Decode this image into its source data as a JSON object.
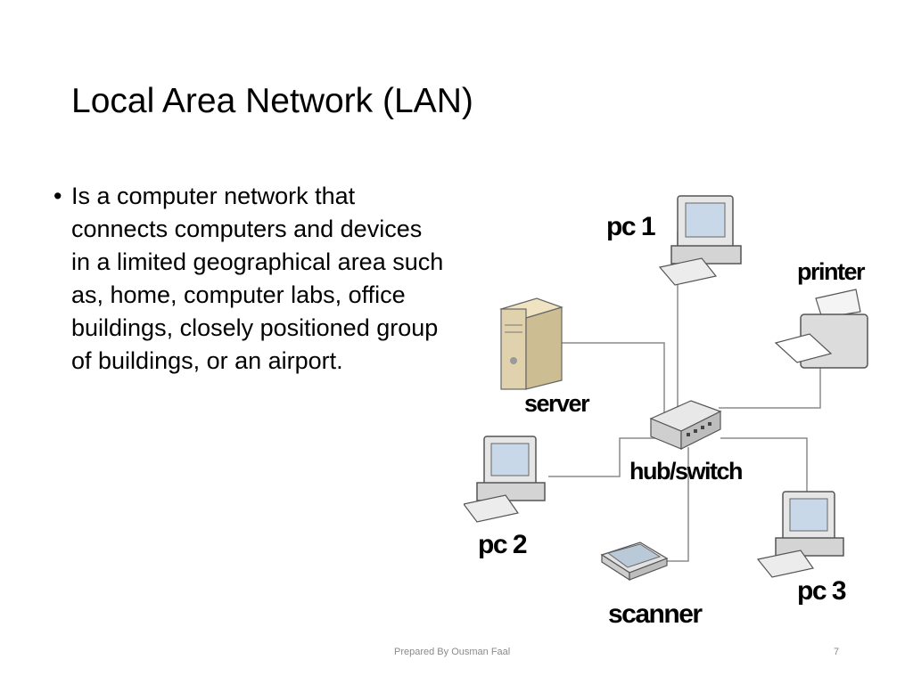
{
  "slide": {
    "title": "Local Area Network (LAN)",
    "bullet": "Is a computer network that connects computers and devices in a limited geographical area such as, home, computer labs, office buildings, closely positioned group of buildings, or an airport.",
    "footer": "Prepared By Ousman Faal",
    "page_number": "7"
  },
  "diagram": {
    "nodes": {
      "pc1": "pc 1",
      "printer": "printer",
      "server": "server",
      "hub": "hub/switch",
      "pc2": "pc 2",
      "scanner": "scanner",
      "pc3": "pc 3"
    },
    "icons": {
      "pc1": "desktop-computer-icon",
      "printer": "printer-icon",
      "server": "server-tower-icon",
      "hub": "network-switch-icon",
      "pc2": "desktop-computer-icon",
      "scanner": "flatbed-scanner-icon",
      "pc3": "desktop-computer-icon"
    },
    "edges": [
      [
        "pc1",
        "hub"
      ],
      [
        "printer",
        "hub"
      ],
      [
        "server",
        "hub"
      ],
      [
        "pc2",
        "hub"
      ],
      [
        "scanner",
        "hub"
      ],
      [
        "pc3",
        "hub"
      ]
    ]
  }
}
